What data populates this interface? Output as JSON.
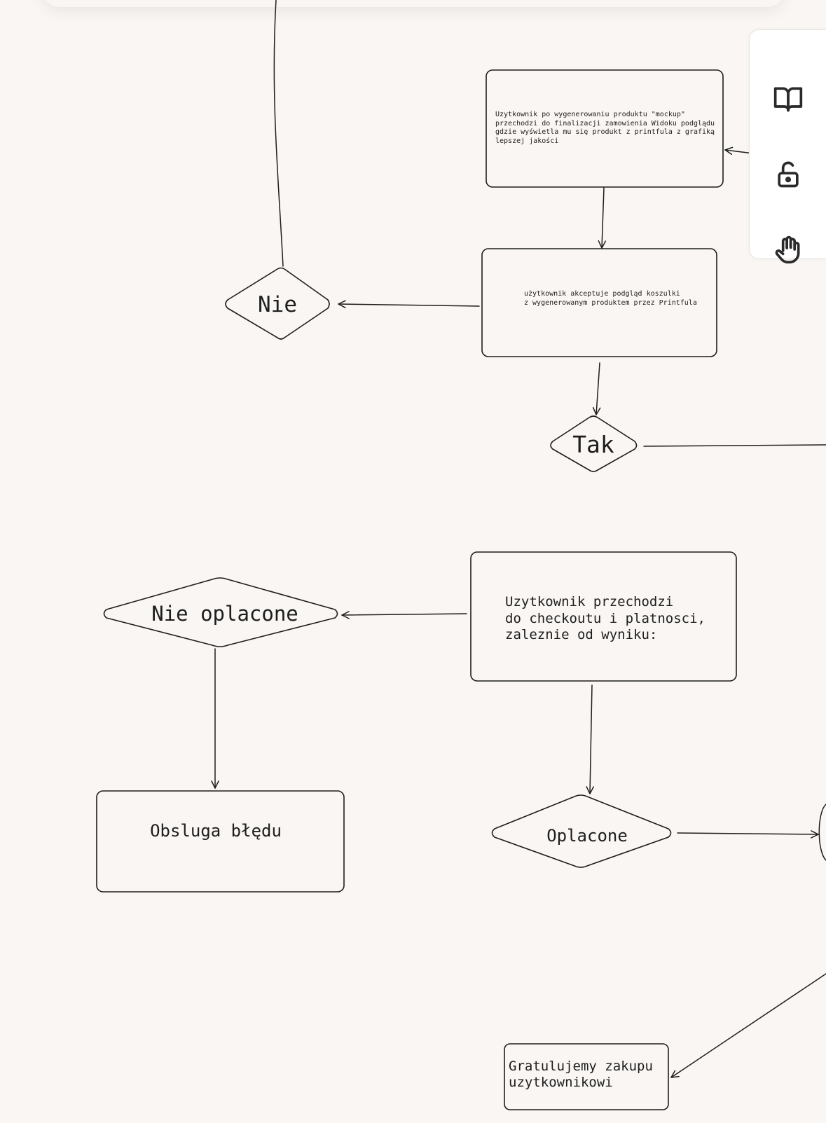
{
  "flowchart": {
    "step_mockup_preview": {
      "lines": [
        "Uzytkownik po wygenerowaniu produktu \"mockup\"",
        "przechodzi do finalizacji zamowienia Widoku podglądu",
        "gdzie wyświetla mu się produkt z printfula z grafiką",
        "lepszej jakości"
      ]
    },
    "step_accept_preview": {
      "lines": [
        "użytkownik akceptuje podgląd koszulki",
        "z wygenerowanym produktem przez Printfula"
      ]
    },
    "decision_no": {
      "label": "Nie"
    },
    "decision_yes": {
      "label": "Tak"
    },
    "step_checkout": {
      "lines": [
        "Uzytkownik przechodzi",
        "do checkoutu i platnosci,",
        "zaleznie od wyniku:"
      ]
    },
    "decision_not_paid": {
      "label": "Nie oplacone"
    },
    "decision_paid": {
      "label": "Oplacone"
    },
    "step_error": {
      "label": "Obsluga błędu"
    },
    "step_congrats": {
      "lines": [
        "Gratulujemy zakupu",
        "uzytkownikowi"
      ]
    }
  },
  "toolbar": {
    "tools": [
      {
        "icon": "book-open-icon"
      },
      {
        "icon": "unlock-icon"
      },
      {
        "icon": "hand-icon"
      }
    ]
  }
}
